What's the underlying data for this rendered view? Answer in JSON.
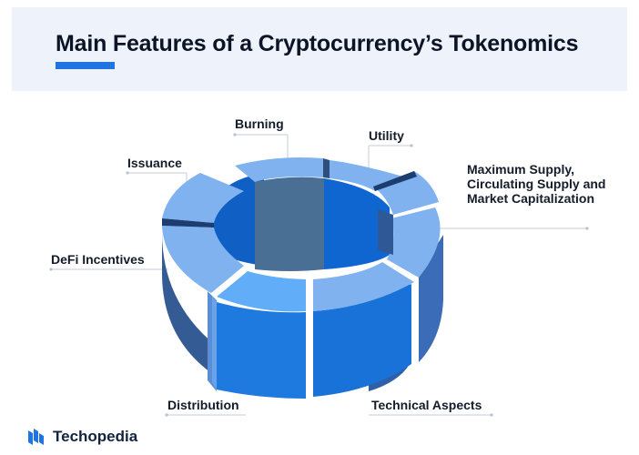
{
  "header": {
    "title": "Main Features of a Cryptocurrency’s Tokenomics"
  },
  "labels": {
    "burning": "Burning",
    "utility": "Utility",
    "issuance": "Issuance",
    "supply": "Maximum Supply, Circulating Supply and Market Capitalization",
    "defi": "DeFi Incentives",
    "distribution": "Distribution",
    "technical": "Technical Aspects"
  },
  "footer": {
    "brand": "Techopedia"
  },
  "colors": {
    "accent": "#1f74e0",
    "top_light": "#7fb2ee",
    "side_mid": "#3a6fb6",
    "side_dark": "#345b94",
    "front_bright": "#1f7ae0",
    "inner": "#4a6f94"
  }
}
